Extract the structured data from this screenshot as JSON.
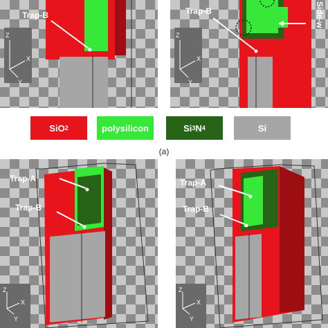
{
  "legend": [
    {
      "label": "SiO",
      "sub": "2",
      "color": "#e8141c"
    },
    {
      "label": "polysilicon",
      "sub": "",
      "color": "#38e838"
    },
    {
      "label": "Si",
      "sub": "3",
      "label2": "N",
      "sub2": "4",
      "color": "#286418"
    },
    {
      "label": "Si",
      "sub": "",
      "color": "#a6a6a6"
    }
  ],
  "caption": "(a)",
  "labels": {
    "trap_a": "Trap-A",
    "trap_b": "Trap-B",
    "side_wall": "Side-w",
    "axis_z": "Z",
    "axis_x": "X",
    "axis_y": "Y"
  }
}
